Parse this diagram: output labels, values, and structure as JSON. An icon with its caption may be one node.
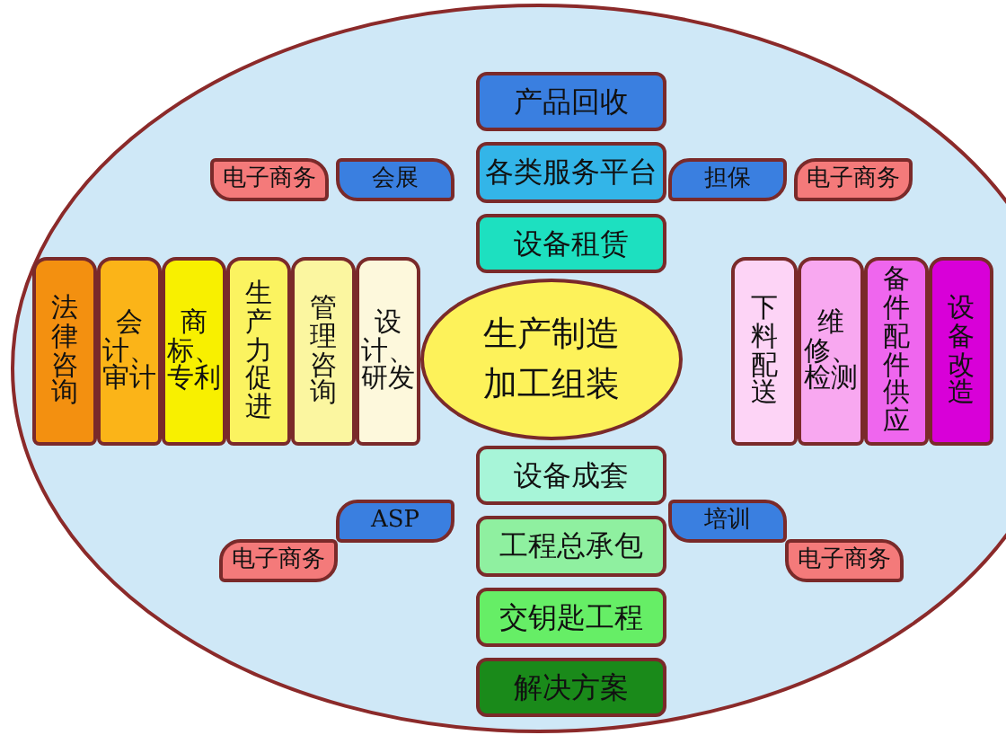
{
  "diagram": {
    "nodes": [
      {
        "text": [
          "电子商务"
        ]
      },
      {
        "text": [
          "会展"
        ]
      },
      {
        "text": [
          "产品回收"
        ]
      },
      {
        "text": [
          "担保"
        ]
      },
      {
        "text": [
          "电子商务"
        ]
      },
      {
        "text": [
          "各类服务平台"
        ]
      },
      {
        "text": [
          "设备租赁"
        ]
      },
      {
        "text": [
          "法律咨询"
        ]
      },
      {
        "text": [
          "会计、审计"
        ]
      },
      {
        "text": [
          "商标、专利"
        ]
      },
      {
        "text": [
          "生产力促进"
        ]
      },
      {
        "text": [
          "管理咨询"
        ]
      },
      {
        "text": [
          "设计、研发"
        ]
      },
      {
        "text": [
          "生产制造加工组装"
        ]
      },
      {
        "text": [
          "下料配送"
        ]
      },
      {
        "text": [
          "维修、检测"
        ]
      },
      {
        "text": [
          "备件配件供应"
        ]
      },
      {
        "text": [
          "设备改造"
        ]
      },
      {
        "text": [
          "设备成套"
        ]
      },
      {
        "text": [
          "ASP"
        ]
      },
      {
        "text": [
          "培训"
        ]
      },
      {
        "text": [
          "工程总承包"
        ]
      },
      {
        "text": [
          "电子商务"
        ]
      },
      {
        "text": [
          "电子商务"
        ]
      },
      {
        "text": [
          "交钥匙工程"
        ]
      },
      {
        "text": [
          "解决方案"
        ]
      }
    ]
  }
}
